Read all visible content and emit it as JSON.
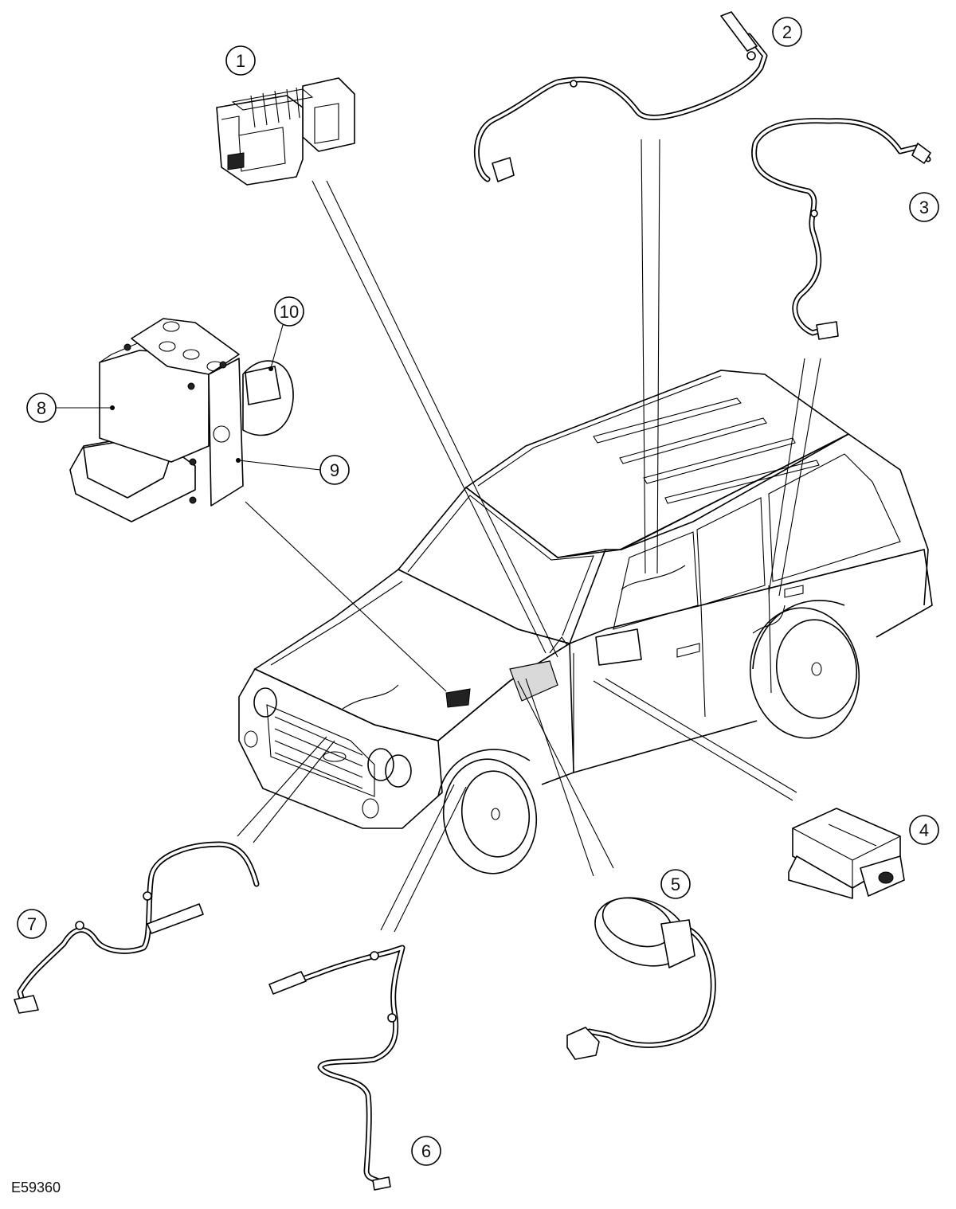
{
  "figure": {
    "id": "E59360",
    "callouts": [
      "1",
      "2",
      "3",
      "4",
      "5",
      "6",
      "7",
      "8",
      "9",
      "10"
    ]
  },
  "colors": {
    "line": "#000000",
    "background": "#ffffff"
  }
}
